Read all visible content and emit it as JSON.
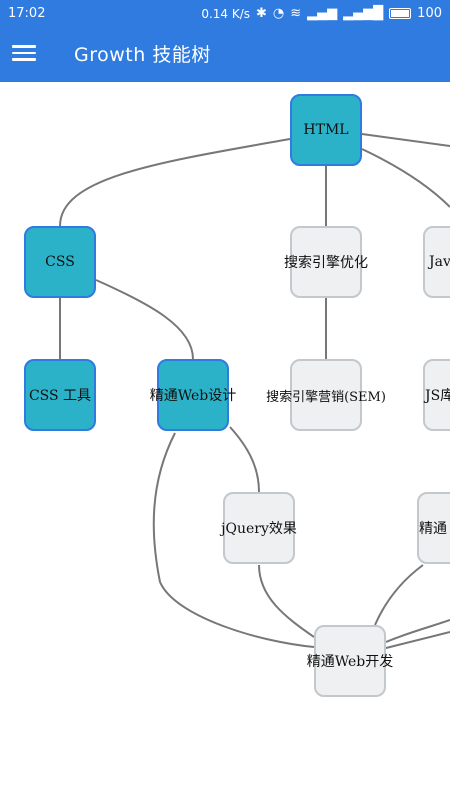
{
  "status_bar": {
    "time": "17:02",
    "speed": "0.14 K/s",
    "battery": "100",
    "icons": [
      "bluetooth-icon",
      "alarm-icon",
      "wifi-icon",
      "signal-4g-icon",
      "signal-icon",
      "battery-icon"
    ]
  },
  "app_bar": {
    "title": "Growth 技能树",
    "menu_icon": "hamburger-menu-icon",
    "color": "#2f7be0"
  },
  "colors": {
    "learned_fill": "#2bb2c8",
    "learned_border": "#2f7be0",
    "pending_fill": "#eef0f1",
    "pending_border": "#c3c8cc",
    "link": "#777777"
  },
  "skill_tree": {
    "nodes": [
      {
        "id": "html",
        "label": "HTML",
        "status": "learned"
      },
      {
        "id": "css",
        "label": "CSS",
        "status": "learned"
      },
      {
        "id": "seo",
        "label": "搜索引擎优化",
        "status": "pending"
      },
      {
        "id": "javascript",
        "label": "Java",
        "status": "pending"
      },
      {
        "id": "css-tools",
        "label": "CSS 工具",
        "status": "learned"
      },
      {
        "id": "web-design",
        "label": "精通Web设计",
        "status": "learned"
      },
      {
        "id": "sem",
        "label": "搜索引擎营销(SEM)",
        "status": "pending"
      },
      {
        "id": "js-libs",
        "label": "JS库",
        "status": "pending"
      },
      {
        "id": "jquery-effects",
        "label": "jQuery效果",
        "status": "pending"
      },
      {
        "id": "mastery",
        "label": "精通",
        "status": "pending"
      },
      {
        "id": "web-dev",
        "label": "精通Web开发",
        "status": "pending"
      }
    ]
  }
}
